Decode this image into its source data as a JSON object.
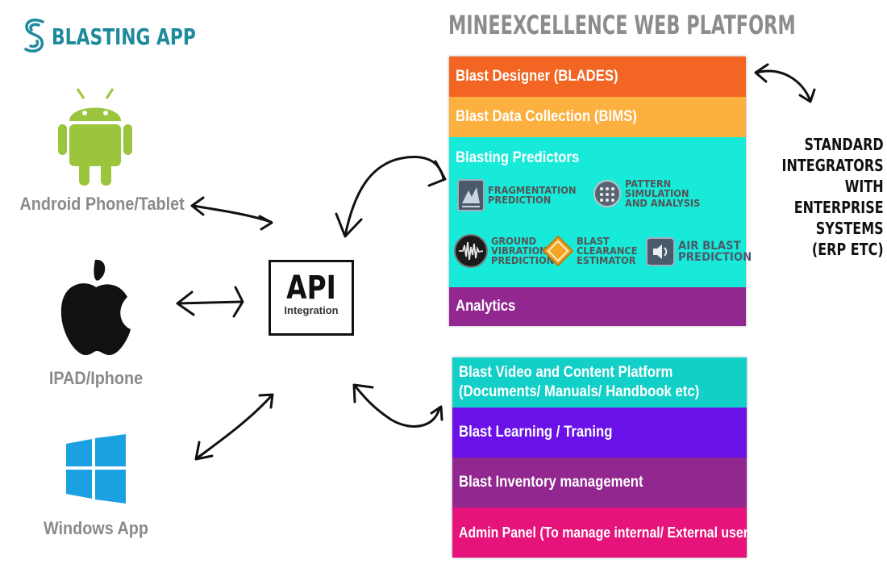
{
  "app": {
    "logo_text": "BLASTING APP"
  },
  "devices": {
    "android": {
      "label": "Android Phone/Tablet",
      "color": "#9ac53c"
    },
    "apple": {
      "label": "IPAD/Iphone"
    },
    "windows": {
      "label": "Windows App",
      "color": "#1ba1e2"
    }
  },
  "api": {
    "title": "API",
    "subtitle": "Integration"
  },
  "platform": {
    "title": "MINEEXCELLENCE WEB PLATFORM",
    "panel1": {
      "blast_designer": {
        "label": "Blast Designer (BLADES)",
        "color": "#f26522"
      },
      "data_collection": {
        "label": "Blast Data Collection (BIMS)",
        "color": "#fbb040"
      },
      "predictors": {
        "label": "Blasting Predictors",
        "color": "#17ead9",
        "modules": {
          "fragmentation": "FRAGMENTATION\nPREDICTION",
          "pattern": "PATTERN\nSIMULATION\nAND ANALYSIS",
          "ground_vibration": "GROUND\nVIBRATION\nPREDICTION",
          "clearance": "BLAST\nCLEARANCE\nESTIMATOR",
          "air_blast": "AIR BLAST\nPREDICTION"
        }
      },
      "analytics": {
        "label": "Analytics",
        "color": "#92278f"
      }
    },
    "panel2": {
      "video_line1": "Blast Video and Content Platform",
      "video_line2": "(Documents/ Manuals/ Handbook etc)",
      "video_color": "#12cfc8",
      "learning": {
        "label": "Blast Learning / Traning",
        "color": "#6a11e8"
      },
      "inventory": {
        "label": "Blast Inventory management",
        "color": "#92278f"
      },
      "admin": {
        "label": "Admin Panel (To manage internal/ External users)",
        "color": "#e5137a"
      }
    }
  },
  "integrators": {
    "text": "STANDARD\nINTEGRATORS\nWITH ENTERPRISE\nSYSTEMS (ERP ETC)"
  }
}
